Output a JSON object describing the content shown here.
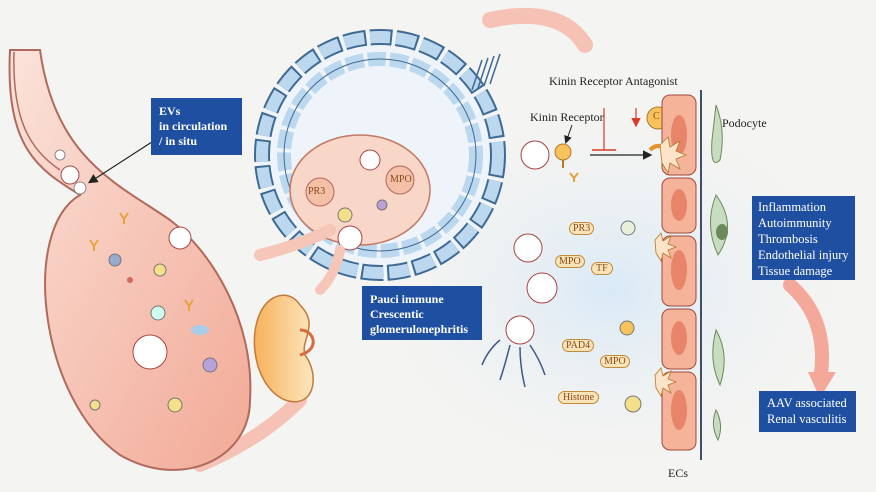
{
  "boxes": {
    "evs": [
      "EVs",
      "in circulation",
      "/ in situ"
    ],
    "pauci": [
      "Pauci immune",
      "Crescentic",
      "glomerulonephritis"
    ],
    "effects": [
      "Inflammation",
      "Autoimmunity",
      "Thrombosis",
      "Endothelial injury",
      "Tissue damage"
    ],
    "outcome": [
      "AAV associated",
      "Renal vasculitis"
    ]
  },
  "labels": {
    "kinin_antagonist": "Kinin Receptor Antagonist",
    "kinin_receptor": "Kinin Receptor",
    "podocyte": "Podocyte",
    "ecs": "ECs",
    "complement": "C"
  },
  "cell_labels": {
    "pr3_glom": "PR3",
    "mpo_glom": "MPO",
    "pr3": "PR3",
    "mpo": "MPO",
    "tf": "TF",
    "pad4": "PAD4",
    "mpo_net": "MPO",
    "histone": "Histone"
  },
  "colors": {
    "box_blue": "#1f4fa0",
    "vessel_pink": "#f6c6b8",
    "tubule_blue": "#bcd8ee",
    "ec_orange": "#f5b39a",
    "arrow_pink": "#f3a89a"
  }
}
